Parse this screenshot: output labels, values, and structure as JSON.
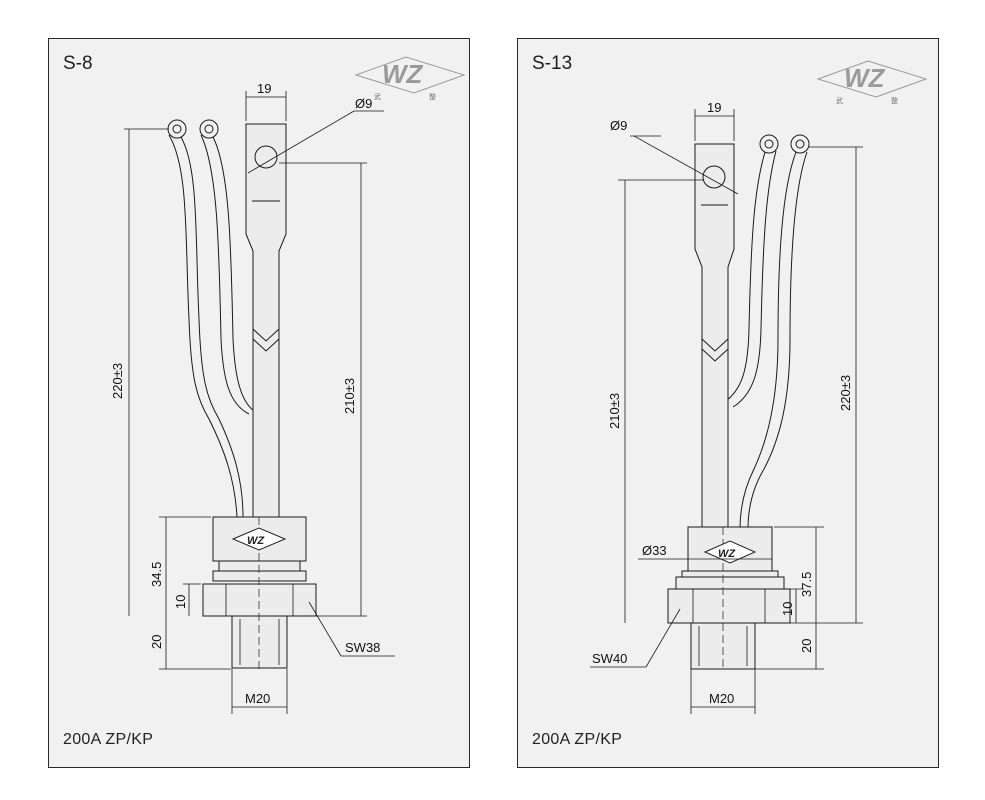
{
  "colors": {
    "panel_bg": "#f1f1f1",
    "line": "#1a1a1a",
    "logo": "#9a9a9a"
  },
  "panels": [
    {
      "code": "S-8",
      "logo": {
        "letters": "WZ",
        "chars": [
          "武",
          "整"
        ]
      },
      "dims": {
        "width": "19",
        "hole": "Ø9",
        "overall": "220±3",
        "stud_length": "210±3",
        "body": "34.5",
        "flange": "10",
        "thread_len": "20",
        "wrench": "SW38",
        "thread": "M20"
      },
      "body_logo": "WZ",
      "rating": "200A  ZP/KP"
    },
    {
      "code": "S-13",
      "logo": {
        "letters": "WZ",
        "chars": [
          "武",
          "整"
        ]
      },
      "dims": {
        "width": "19",
        "hole": "Ø9",
        "overall": "220±3",
        "stud_length": "210±3",
        "body": "37.5",
        "flange": "10",
        "thread_len": "20",
        "wrench": "SW40",
        "thread": "M20",
        "diameter": "Ø33"
      },
      "body_logo": "WZ",
      "rating": "200A  ZP/KP"
    }
  ]
}
